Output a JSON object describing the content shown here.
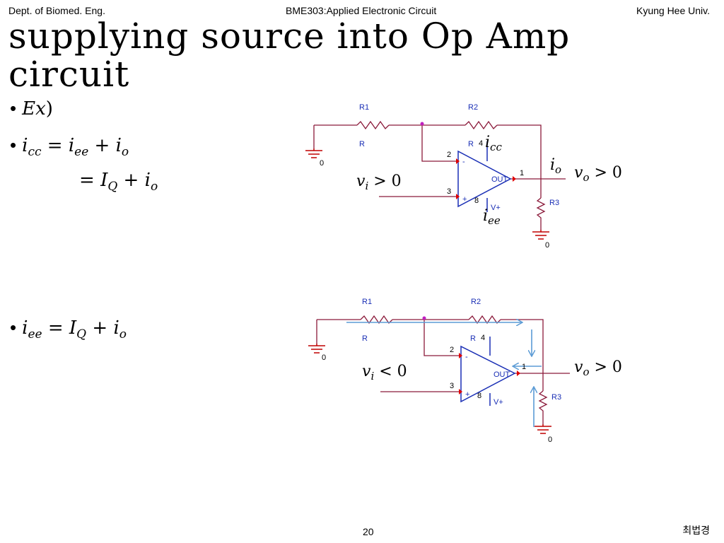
{
  "header": {
    "left": "Dept. of Biomed. Eng.",
    "center": "BME303:Applied Electronic Circuit",
    "right": "Kyung Hee Univ."
  },
  "title": "supplying source into Op Amp circuit",
  "bullets": [
    {
      "main": "Ex",
      "tail": ")"
    },
    {
      "lhs": "i",
      "lhs_sub": "cc",
      "eq": " = ",
      "t1": "i",
      "t1_sub": "ee",
      "op": " + ",
      "t2": "i",
      "t2_sub": "o"
    },
    {
      "eq": "= ",
      "t1": "I",
      "t1_sub": "Q",
      "op": " + ",
      "t2": "i",
      "t2_sub": "o"
    },
    {
      "lhs": "i",
      "lhs_sub": "ee",
      "eq": " = ",
      "t1": "I",
      "t1_sub": "Q",
      "op": " + ",
      "t2": "i",
      "t2_sub": "o"
    }
  ],
  "circuit1": {
    "r1": "R1",
    "r2": "R2",
    "r_left": "R",
    "r_mid": "R",
    "pin4": "4",
    "pin2": "2",
    "pin3": "3",
    "pin1": "1",
    "pin8": "8",
    "minus": "-",
    "plus": "+",
    "out": "OUT",
    "vplus": "V+",
    "r3": "R3",
    "gnd_left": "0",
    "gnd_right": "0",
    "icc": "i",
    "icc_sub": "cc",
    "iee": "i",
    "iee_sub": "ee",
    "io": "i",
    "io_sub": "o",
    "vi": "v",
    "vi_sub": "i",
    "vi_rel": " > 0",
    "vo": "v",
    "vo_sub": "o",
    "vo_rel": " > 0"
  },
  "circuit2": {
    "r1": "R1",
    "r2": "R2",
    "r_left": "R",
    "r_mid": "R",
    "pin4": "4",
    "pin2": "2",
    "pin3": "3",
    "pin1": "1",
    "pin8": "8",
    "minus": "-",
    "plus": "+",
    "out": "OUT",
    "vplus": "V+",
    "r3": "R3",
    "gnd_left": "0",
    "gnd_right": "0",
    "vi": "v",
    "vi_sub": "i",
    "vi_rel": " < 0",
    "vo": "v",
    "vo_sub": "o",
    "vo_rel": " > 0"
  },
  "footer": {
    "page": "20",
    "author": "최법경"
  },
  "colors": {
    "wire": "#8b1a3a",
    "opamp": "#1a2fb5",
    "arrow": "#5b9bd5",
    "ground": "#c00000",
    "label": "#1a2fb5"
  }
}
